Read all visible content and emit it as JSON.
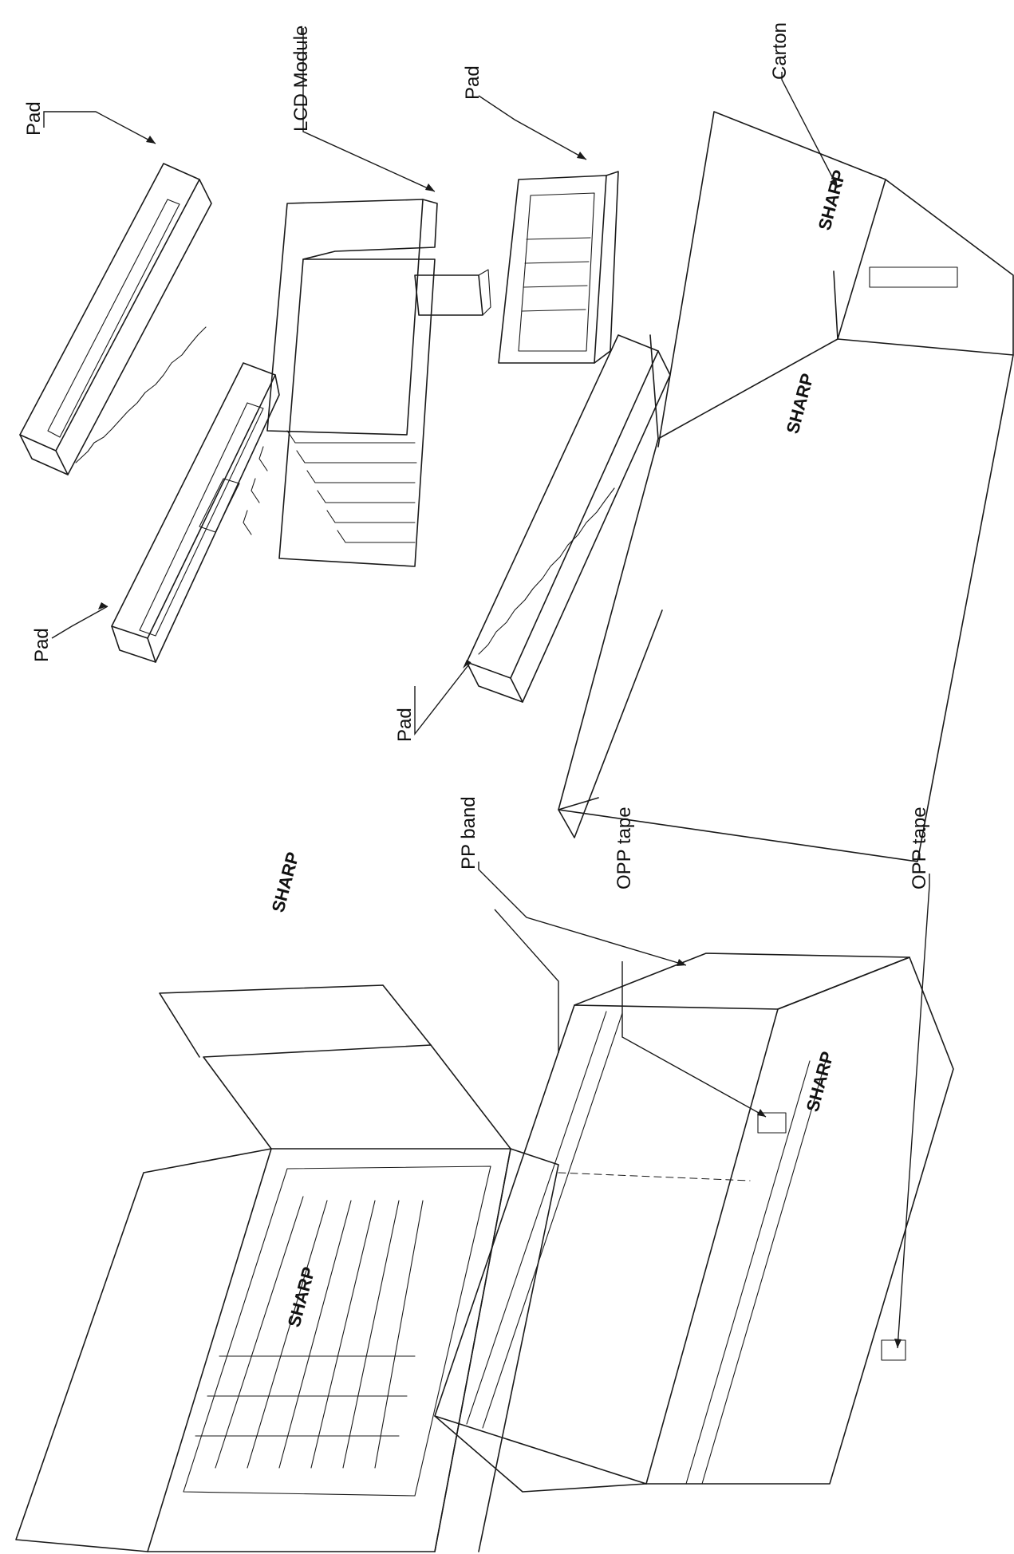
{
  "labels": {
    "pad_top_left": "Pad",
    "pad_top_right": "Pad",
    "lcd_module": "LCD Module",
    "pad_mid_right": "Pad",
    "carton": "Carton",
    "pad_bottom": "Pad",
    "pp_band": "PP band",
    "opp_tape_1": "OPP tape",
    "opp_tape_2": "OPP tape"
  },
  "brand": {
    "sharp_1": "SHARP",
    "sharp_2": "SHARP",
    "sharp_3": "SHARP",
    "sharp_4": "SHARP",
    "sharp_5": "SHARP"
  }
}
